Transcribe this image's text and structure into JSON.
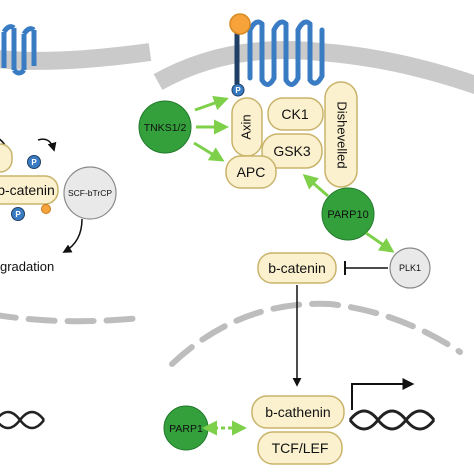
{
  "left_panel": {
    "p_top": "P",
    "p_bottom": "P",
    "bcatenin": "b-catenin",
    "scf_btrcp": "SCF-bTrCP",
    "degradation": "gradation"
  },
  "destruction_complex": {
    "p_receptor": "P",
    "axin": "Axin",
    "ck1": "CK1",
    "gsk3": "GSK3",
    "apc": "APC",
    "dishevelled": "Dishevelled"
  },
  "nodes": {
    "tnks": "TNKS1/2",
    "parp10": "PARP10",
    "plk1": "PLK1",
    "bcatenin_cytoplasm": "b-catenin",
    "parp1": "PARP1",
    "bcathenin_nucleus": "b-cathenin",
    "tcf_lef": "TCF/LEF"
  },
  "colors": {
    "membrane": "#9e9e9e",
    "receptor": "#3a7cc4",
    "ligand": "#f5a33a",
    "complex_fill": "#fbf1cf",
    "complex_stroke": "#c9b36a",
    "green_node": "#33a03c",
    "green_arrow": "#7ed04a",
    "grey_node": "#e9e9e9",
    "phospho": "#3a7cc4"
  }
}
